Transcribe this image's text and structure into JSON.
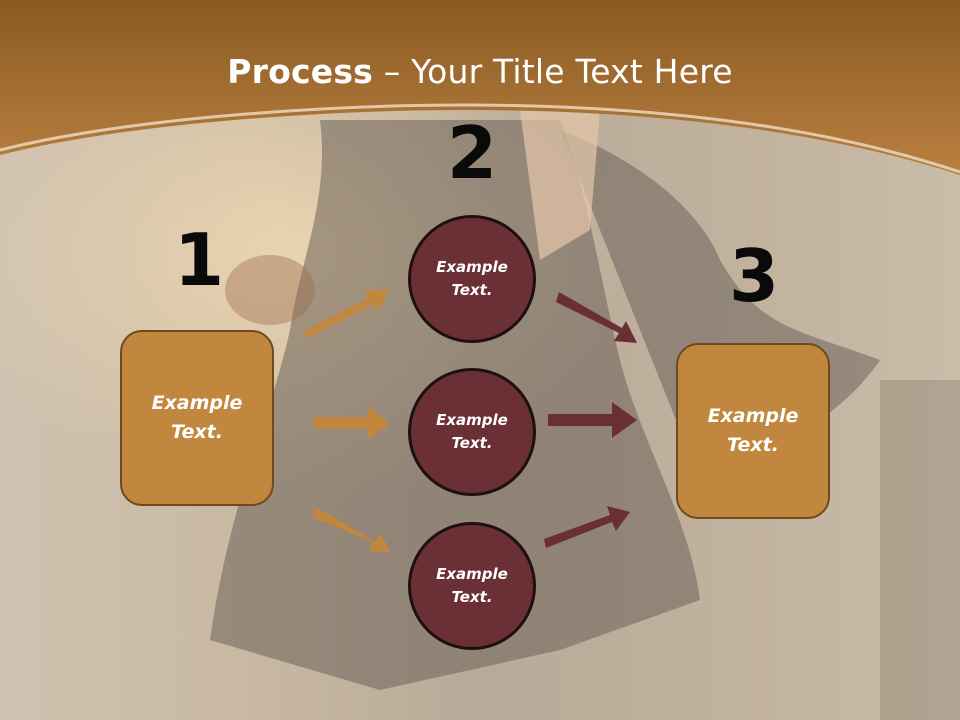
{
  "title": {
    "bold": "Process",
    "rest": " – Your Title Text Here"
  },
  "steps": [
    {
      "number": "1",
      "label": "Example\nText."
    },
    {
      "number": "2",
      "items": [
        "Example\nText.",
        "Example\nText.",
        "Example\nText."
      ]
    },
    {
      "number": "3",
      "label": "Example\nText."
    }
  ],
  "colors": {
    "band": "#b07a36",
    "box_fill": "#c1873f",
    "circle_fill": "#6a3035",
    "arrow_gold": "#c1873f",
    "arrow_maroon": "#6a2f34"
  }
}
